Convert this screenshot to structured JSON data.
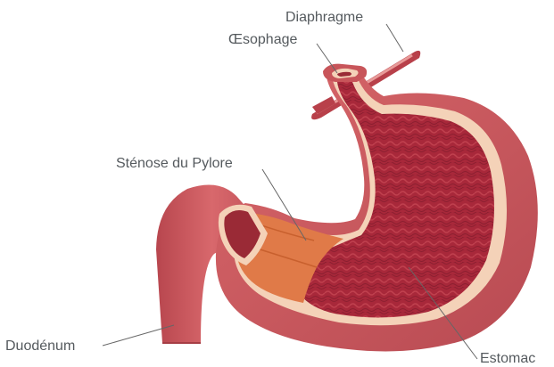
{
  "labels": {
    "diaphragm": "Diaphragme",
    "esophagus": "Œsophage",
    "pyloric_stenosis": "Sténose du Pylore",
    "duodenum": "Duodénum",
    "stomach": "Estomac"
  },
  "colors": {
    "outer_wall": "#c8555a",
    "outer_wall_dark": "#a63e45",
    "inner_lining": "#f4d2b8",
    "mucosa": "#a8283a",
    "pylorus_muscle": "#e07a48",
    "diaphragm": "#b8404a",
    "leader_line": "#666666",
    "label_text": "#555a5e"
  }
}
